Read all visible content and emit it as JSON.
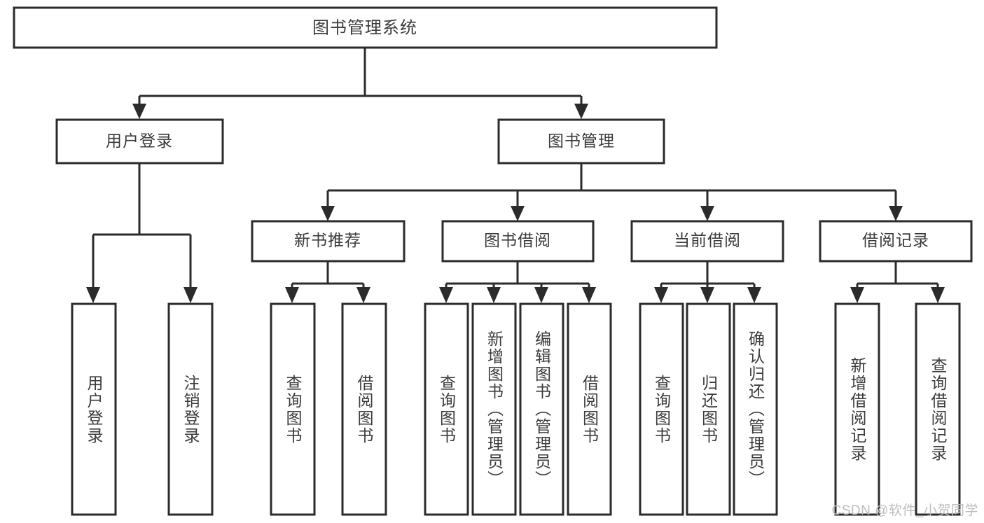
{
  "diagram": {
    "title": "图书管理系统",
    "type": "tree",
    "watermark": "CSDN @软件_小贺同学",
    "colors": {
      "stroke": "#2b2b2b",
      "fill": "#ffffff",
      "text": "#3b3b3b",
      "watermark": "#bdbdbd",
      "background": "#ffffff"
    },
    "levels": {
      "root": {
        "label": "图书管理系统"
      },
      "level2": [
        {
          "label": "用户登录"
        },
        {
          "label": "图书管理"
        }
      ],
      "level3": [
        {
          "label": "新书推荐"
        },
        {
          "label": "图书借阅"
        },
        {
          "label": "当前借阅"
        },
        {
          "label": "借阅记录"
        }
      ],
      "leaves": [
        {
          "label": "用户登录",
          "parent": "用户登录"
        },
        {
          "label": "注销登录",
          "parent": "用户登录"
        },
        {
          "label": "查询图书",
          "parent": "新书推荐"
        },
        {
          "label": "借阅图书",
          "parent": "新书推荐"
        },
        {
          "label": "查询图书",
          "parent": "图书借阅"
        },
        {
          "label": "新增图书（管理员）",
          "parent": "图书借阅"
        },
        {
          "label": "编辑图书（管理员）",
          "parent": "图书借阅"
        },
        {
          "label": "借阅图书",
          "parent": "图书借阅"
        },
        {
          "label": "查询图书",
          "parent": "当前借阅"
        },
        {
          "label": "归还图书",
          "parent": "当前借阅"
        },
        {
          "label": "确认归还（管理员）",
          "parent": "当前借阅"
        },
        {
          "label": "新增借阅记录",
          "parent": "借阅记录"
        },
        {
          "label": "查询借阅记录",
          "parent": "借阅记录"
        }
      ]
    }
  }
}
